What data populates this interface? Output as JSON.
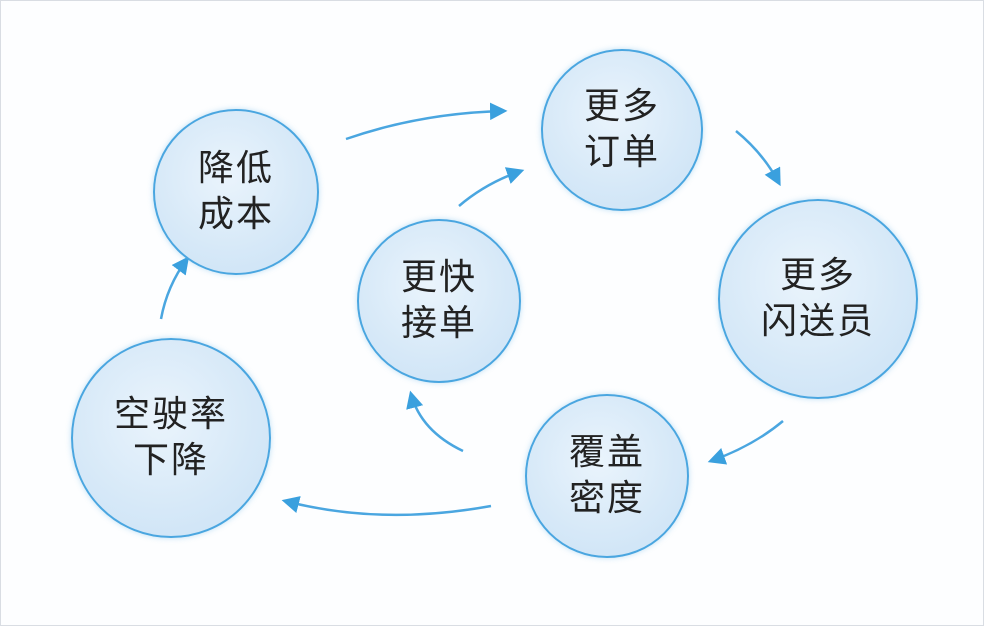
{
  "colors": {
    "accent": "#4aa6e0",
    "node_fill": "#d7e9f8",
    "text": "#222222"
  },
  "nodes": [
    {
      "id": "more-orders",
      "lines": [
        "更多",
        "订单"
      ]
    },
    {
      "id": "more-couriers",
      "lines": [
        "更多",
        "闪送员"
      ]
    },
    {
      "id": "coverage-density",
      "lines": [
        "覆盖",
        "密度"
      ]
    },
    {
      "id": "empty-rate-down",
      "lines": [
        "空驶率",
        "下降"
      ]
    },
    {
      "id": "lower-cost",
      "lines": [
        "降低",
        "成本"
      ]
    },
    {
      "id": "faster-acceptance",
      "lines": [
        "更快",
        "接单"
      ]
    }
  ],
  "edges": [
    {
      "from": "lower-cost",
      "to": "more-orders"
    },
    {
      "from": "more-orders",
      "to": "more-couriers"
    },
    {
      "from": "more-couriers",
      "to": "coverage-density"
    },
    {
      "from": "coverage-density",
      "to": "empty-rate-down"
    },
    {
      "from": "empty-rate-down",
      "to": "lower-cost"
    },
    {
      "from": "coverage-density",
      "to": "faster-acceptance"
    },
    {
      "from": "faster-acceptance",
      "to": "more-orders"
    }
  ]
}
